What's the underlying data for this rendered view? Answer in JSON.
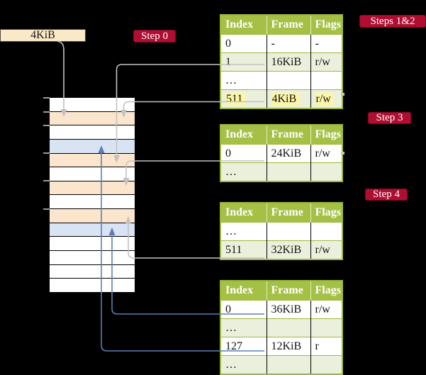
{
  "colors": {
    "background": "#000000",
    "table_header_green": "#a4c145",
    "table_border_green": "#9cb83c",
    "row_light_green": "#ebf0dc",
    "frame_peach": "#fce5cd",
    "frame_blue": "#d8e3f3",
    "highlight_yellow": "#fdf6a4",
    "badge_red": "#b00d31",
    "box_cream": "#fae9c6",
    "connector_gray": "#c2c2c2",
    "connector_blue": "#5e7db3",
    "tick_gray": "#9a9a9a"
  },
  "addr_box": {
    "label": "4KiB"
  },
  "badges": {
    "step0": "Step 0",
    "steps12": "Steps 1&2",
    "step3": "Step 3",
    "step4": "Step 4"
  },
  "tables": [
    {
      "name": "page-table-steps-1-2",
      "columns": [
        "Index",
        "Frame",
        "Flags"
      ],
      "rows": [
        {
          "index": "0",
          "frame": "-",
          "flags": "-"
        },
        {
          "index": "1",
          "frame": "16KiB",
          "flags": "r/w"
        },
        {
          "index": "…",
          "frame": "",
          "flags": ""
        },
        {
          "index": "511",
          "frame": "4KiB",
          "flags": "r/w",
          "highlighted": true
        }
      ]
    },
    {
      "name": "page-table-step-3",
      "columns": [
        "Index",
        "Frame",
        "Flags"
      ],
      "rows": [
        {
          "index": "0",
          "frame": "24KiB",
          "flags": "r/w"
        },
        {
          "index": "…",
          "frame": "",
          "flags": ""
        }
      ]
    },
    {
      "name": "page-table-step-4",
      "columns": [
        "Index",
        "Frame",
        "Flags"
      ],
      "rows": [
        {
          "index": "…",
          "frame": "",
          "flags": ""
        },
        {
          "index": "511",
          "frame": "32KiB",
          "flags": "r/w"
        }
      ]
    },
    {
      "name": "page-table-final",
      "columns": [
        "Index",
        "Frame",
        "Flags"
      ],
      "rows": [
        {
          "index": "0",
          "frame": "36KiB",
          "flags": "r/w"
        },
        {
          "index": "…",
          "frame": "",
          "flags": ""
        },
        {
          "index": "127",
          "frame": "12KiB",
          "flags": "r"
        },
        {
          "index": "…",
          "frame": "",
          "flags": ""
        }
      ]
    }
  ],
  "memory": {
    "fills": [
      "white",
      "peach",
      "white",
      "blue",
      "peach",
      "white",
      "peach",
      "white",
      "peach",
      "blue",
      "white",
      "white",
      "white",
      "white"
    ],
    "tick_rows": [
      0,
      1,
      2,
      4,
      6,
      8
    ]
  }
}
